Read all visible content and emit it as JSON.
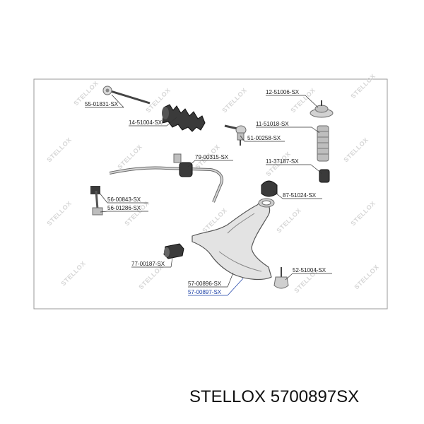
{
  "watermark": "STELLOX",
  "parts": [
    {
      "id": "tie-rod-end-inner",
      "label": "55-01831-SX",
      "selected": false
    },
    {
      "id": "steering-boot",
      "label": "14-51004-SX",
      "selected": false
    },
    {
      "id": "tie-rod-end",
      "label": "51-00258-SX",
      "selected": false
    },
    {
      "id": "strut-mount",
      "label": "12-51006-SX",
      "selected": false
    },
    {
      "id": "shock-boot",
      "label": "11-51018-SX",
      "selected": false
    },
    {
      "id": "bump-stop",
      "label": "11-37187-SX",
      "selected": false
    },
    {
      "id": "arm-bushing-rear",
      "label": "87-51024-SX",
      "selected": false
    },
    {
      "id": "stabilizer-bushing",
      "label": "79-00315-SX",
      "selected": false
    },
    {
      "id": "stabilizer-link-a",
      "label": "56-00843-SX",
      "selected": false
    },
    {
      "id": "stabilizer-link-b",
      "label": "56-01286-SX",
      "selected": false
    },
    {
      "id": "arm-bushing-front",
      "label": "77-00187-SX",
      "selected": false
    },
    {
      "id": "ball-joint",
      "label": "52-51004-SX",
      "selected": false
    },
    {
      "id": "control-arm-left",
      "label": "57-00896-SX",
      "selected": false
    },
    {
      "id": "control-arm-right",
      "label": "57-00897-SX",
      "selected": true
    }
  ],
  "footer": {
    "brand": "STELLOX",
    "part_number": "5700897SX"
  }
}
